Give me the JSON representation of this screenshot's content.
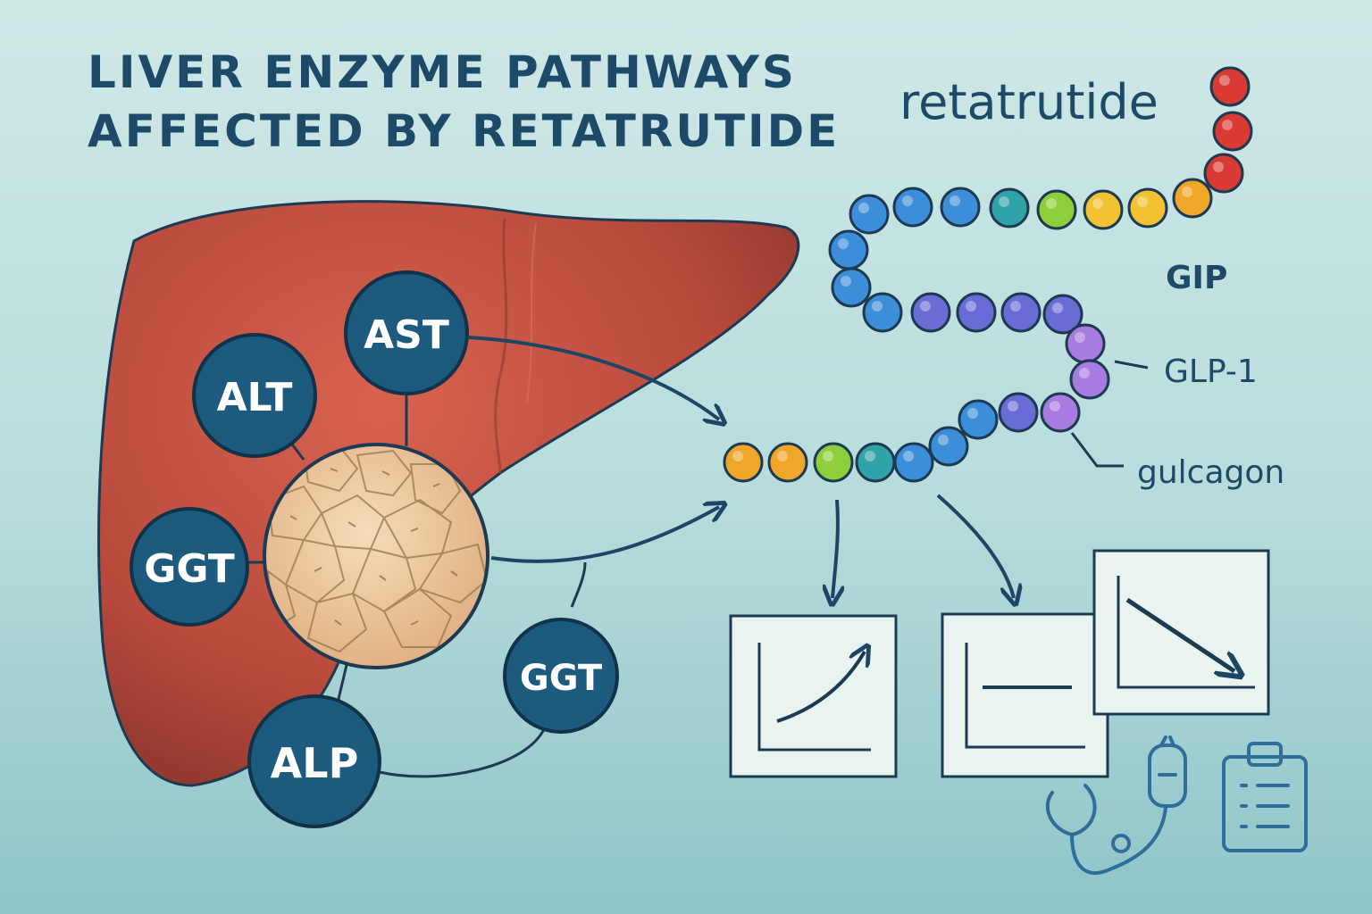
{
  "title": {
    "line1": "LIVER ENZYME PATHWAYS",
    "line2": "AFFECTED BY RETATRUTIDE"
  },
  "drug": {
    "name": "retatrutide",
    "receptor_labels": [
      "GIP",
      "GLP-1",
      "gulcagon"
    ]
  },
  "enzymes": [
    "AST",
    "ALT",
    "GGT",
    "GGT",
    "ALP"
  ],
  "effect_charts": [
    {
      "trend": "increase"
    },
    {
      "trend": "flat"
    },
    {
      "trend": "decrease"
    }
  ],
  "icons": [
    "stethoscope-icon",
    "clipboard-icon"
  ],
  "colors": {
    "title": "#1d4a68",
    "enzyme_node": "#1c5a7e",
    "liver": "#bf4f40",
    "hepatocyte_zoom": "#e9c59c",
    "amino_acid_red": "#d93a34",
    "amino_acid_orange": "#f0a628",
    "amino_acid_yellow": "#f2c230",
    "amino_acid_green": "#8ccf3a",
    "amino_acid_teal": "#2fa3a8",
    "amino_acid_blue": "#3c8ed8",
    "amino_acid_indigo": "#6a6cd6",
    "amino_acid_violet": "#a77be0"
  }
}
